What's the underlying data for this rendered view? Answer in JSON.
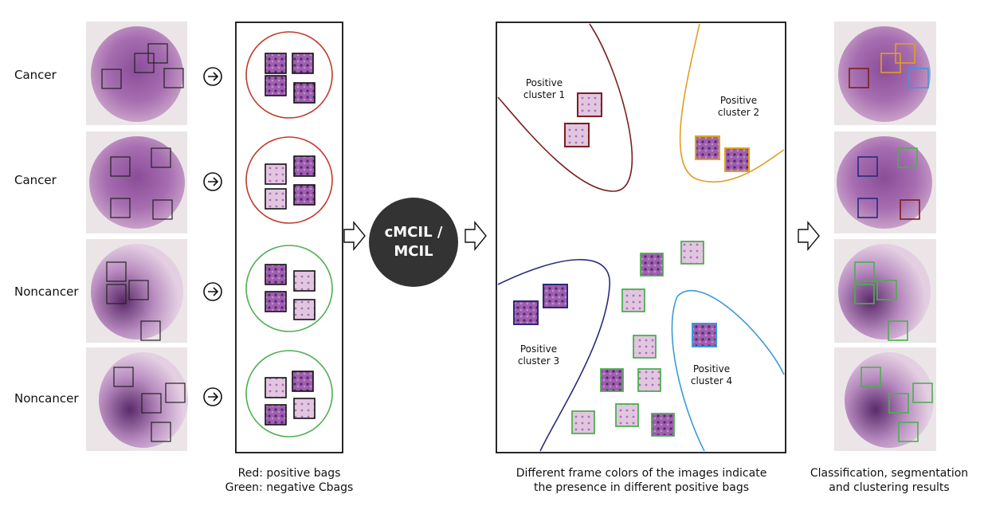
{
  "rows": [
    {
      "label": "Cancer"
    },
    {
      "label": "Cancer"
    },
    {
      "label": "Noncancer"
    },
    {
      "label": "Noncancer"
    }
  ],
  "method": {
    "line1": "cMCIL /",
    "line2": "MCIL"
  },
  "clusters": [
    {
      "line1": "Positive",
      "line2": "cluster 1",
      "color": "#7a1f1f"
    },
    {
      "line1": "Positive",
      "line2": "cluster 2",
      "color": "#e0a020"
    },
    {
      "line1": "Positive",
      "line2": "cluster 3",
      "color": "#2a2a7a"
    },
    {
      "line1": "Positive",
      "line2": "cluster 4",
      "color": "#3a9ad9"
    }
  ],
  "captions": {
    "bags_line1": "Red: positive bags",
    "bags_line2": "Green: negative Cbags",
    "frames_line1": "Different frame colors of the images indicate",
    "frames_line2": "the presence in different positive bags",
    "results_line1": "Classification, segmentation",
    "results_line2": "and clustering results"
  },
  "colors": {
    "positive_bag": "#c0392b",
    "negative_bag": "#4caf50",
    "tissue_dark": "#6a2f7a",
    "tissue_light": "#d9b6d6"
  }
}
